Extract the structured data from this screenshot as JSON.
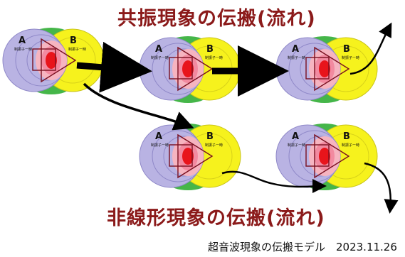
{
  "title_top": "共振現象の伝搬(流れ)",
  "title_bottom": "非線形現象の伝搬(流れ)",
  "caption": "超音波現象の伝搬モデル　2023.11.26",
  "unit_labels": {
    "a": "A",
    "b": "B",
    "a_small": "制振子ー時",
    "b_small": "制振子ー時"
  },
  "colors": {
    "title": "#8b1a1a",
    "purple": "#b9b3e3",
    "yellow": "#f6f21d",
    "green": "#45b649",
    "core_red": "#e8141b",
    "pink": "#f28aa0",
    "outline": "#7a1020",
    "arrow": "#000000"
  },
  "units": [
    {
      "id": "unit-1",
      "row": "top"
    },
    {
      "id": "unit-2",
      "row": "top"
    },
    {
      "id": "unit-3",
      "row": "top"
    },
    {
      "id": "unit-4",
      "row": "bottom"
    },
    {
      "id": "unit-5",
      "row": "bottom"
    }
  ]
}
